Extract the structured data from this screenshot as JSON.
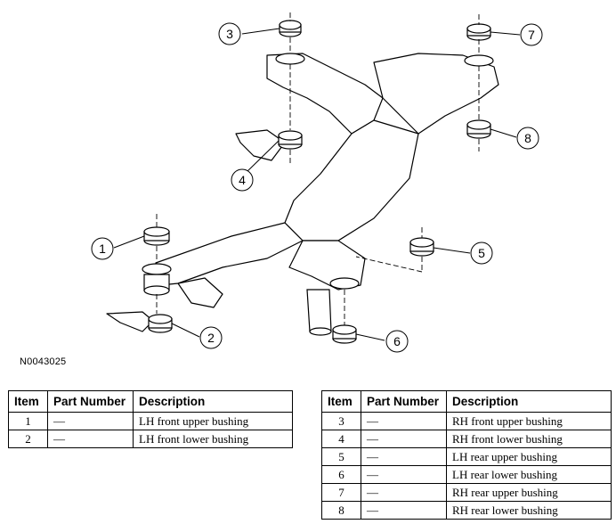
{
  "figure_code": "N0043025",
  "callouts": [
    "1",
    "2",
    "3",
    "4",
    "5",
    "6",
    "7",
    "8"
  ],
  "table_headers": {
    "item": "Item",
    "part_number": "Part Number",
    "description": "Description"
  },
  "table_left": [
    {
      "item": "1",
      "part_number": "—",
      "description": "LH front upper bushing"
    },
    {
      "item": "2",
      "part_number": "—",
      "description": "LH front lower bushing"
    }
  ],
  "table_right": [
    {
      "item": "3",
      "part_number": "—",
      "description": "RH front upper bushing"
    },
    {
      "item": "4",
      "part_number": "—",
      "description": "RH front lower bushing"
    },
    {
      "item": "5",
      "part_number": "—",
      "description": "LH rear upper bushing"
    },
    {
      "item": "6",
      "part_number": "—",
      "description": "LH rear lower bushing"
    },
    {
      "item": "7",
      "part_number": "—",
      "description": "RH rear upper bushing"
    },
    {
      "item": "8",
      "part_number": "—",
      "description": "RH rear lower bushing"
    }
  ]
}
